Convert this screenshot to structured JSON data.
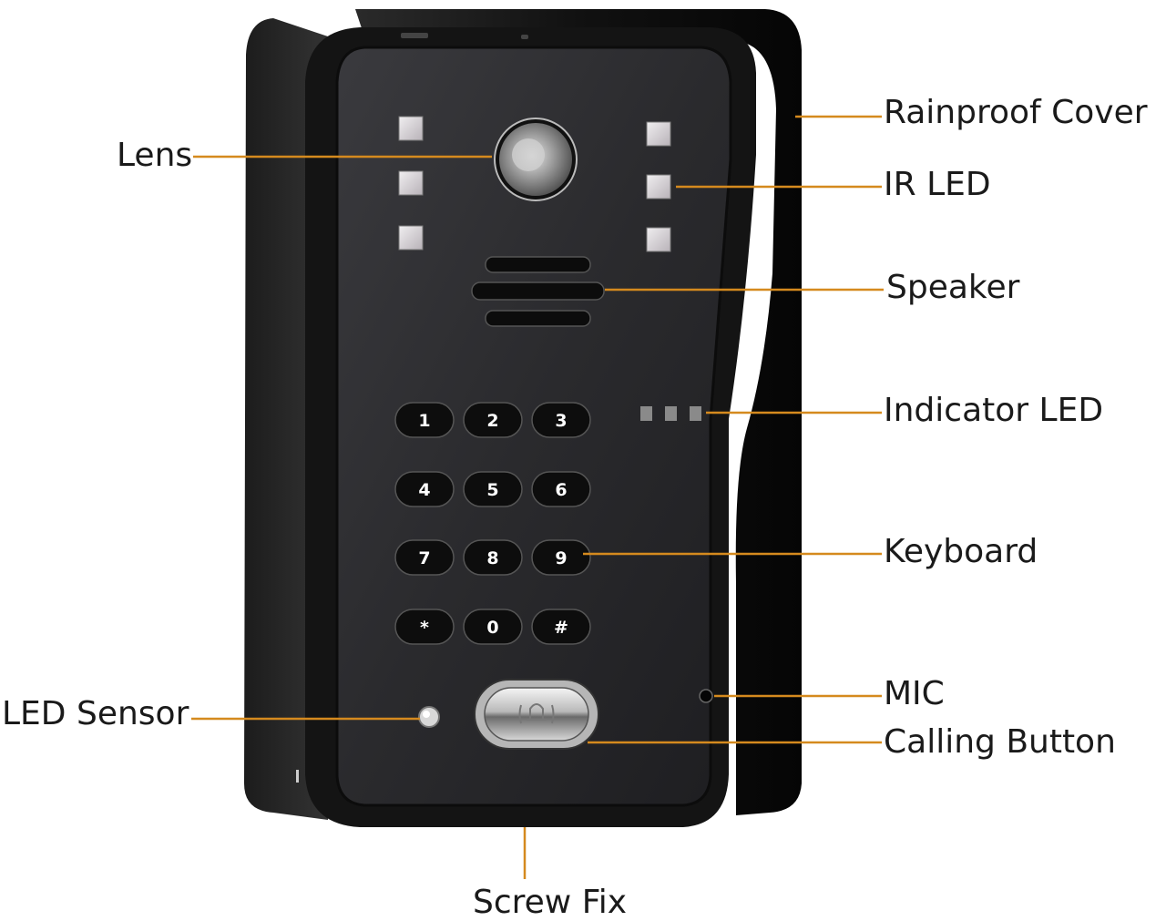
{
  "labels": {
    "lens": "Lens",
    "rainproof_cover": "Rainproof Cover",
    "ir_led": "IR LED",
    "speaker": "Speaker",
    "indicator_led": "Indicator LED",
    "keyboard": "Keyboard",
    "mic": "MIC",
    "led_sensor": "LED Sensor",
    "calling_button": "Calling Button",
    "screw_fix": "Screw Fix"
  },
  "keypad": {
    "keys": [
      "1",
      "2",
      "3",
      "4",
      "5",
      "6",
      "7",
      "8",
      "9",
      "*",
      "0",
      "#"
    ]
  },
  "colors": {
    "leader_line": "#d58a1e",
    "housing": "#141414",
    "panel": "#2b2b2e",
    "key": "#0d0d0d"
  }
}
